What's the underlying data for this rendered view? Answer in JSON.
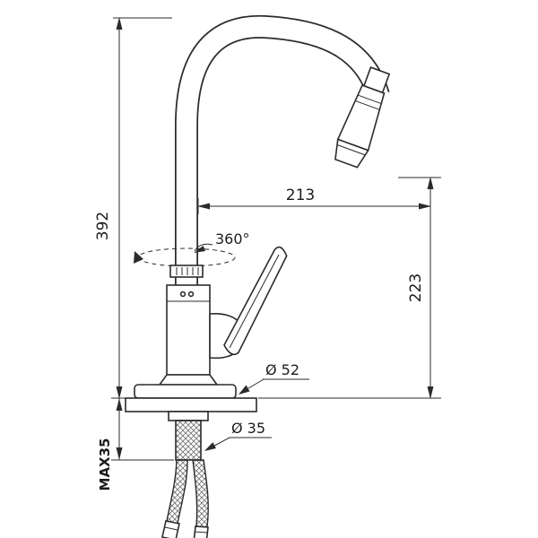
{
  "canvas": {
    "background": "#ffffff",
    "line_color": "#2b2b2b"
  },
  "drawing": {
    "labels": {
      "total_height": "392",
      "spout_reach": "213",
      "outlet_height": "223",
      "swivel_angle": "360°",
      "base_diameter": "Ø 52",
      "hole_diameter": "Ø 35",
      "max_deck_thickness": "MAX35"
    }
  }
}
